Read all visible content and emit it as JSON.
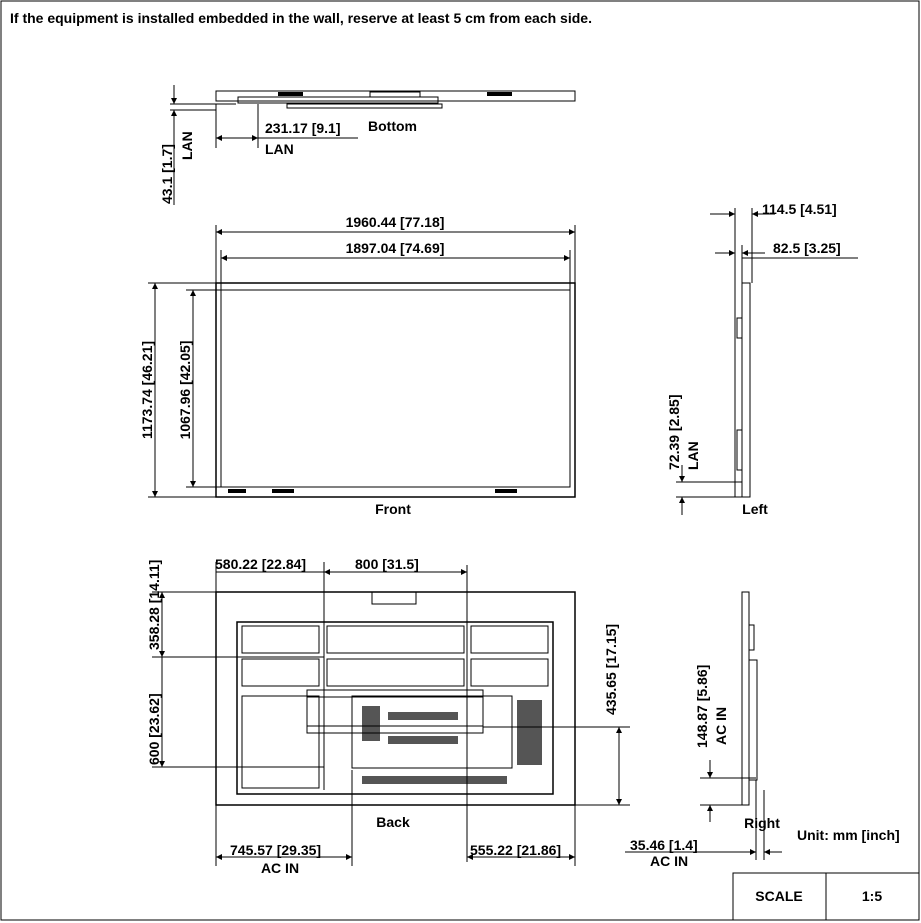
{
  "note": "If the equipment is installed embedded in the wall,  reserve at least 5 cm from each side.",
  "views": {
    "bottom": {
      "label": "Bottom",
      "dim_lan": "231.17  [9.1]",
      "dim_lan_label": "LAN",
      "dim_height": "43.1  [1.7]",
      "dim_height_label": "LAN"
    },
    "front": {
      "label": "Front",
      "width_outer": "1960.44  [77.18]",
      "width_inner": "1897.04  [74.69]",
      "height_outer": "1173.74  [46.21]",
      "height_inner": "1067.96  [42.05]"
    },
    "left": {
      "label": "Left",
      "depth_outer": "114.5  [4.51]",
      "depth_inner": "82.5  [3.25]",
      "lan_height": "72.39  [2.85]",
      "lan_label": "LAN"
    },
    "back": {
      "label": "Back",
      "dim_left": "580.22  [22.84]",
      "dim_vesa_w": "800  [31.5]",
      "dim_top": "358.28  [14.11]",
      "dim_vesa_h": "600  [23.62]",
      "dim_right_h": "435.65  [17.15]",
      "dim_acin": "745.57  [29.35]",
      "dim_acin_label": "AC IN",
      "dim_right": "555.22  [21.86]"
    },
    "right": {
      "label": "Right",
      "acin_height": "148.87  [5.86]",
      "acin_height_label": "AC IN",
      "acin_depth": "35.46  [1.4]",
      "acin_depth_label": "AC IN"
    }
  },
  "unit": "Unit: mm [inch]",
  "scale": {
    "label": "SCALE",
    "value": "1:5"
  }
}
